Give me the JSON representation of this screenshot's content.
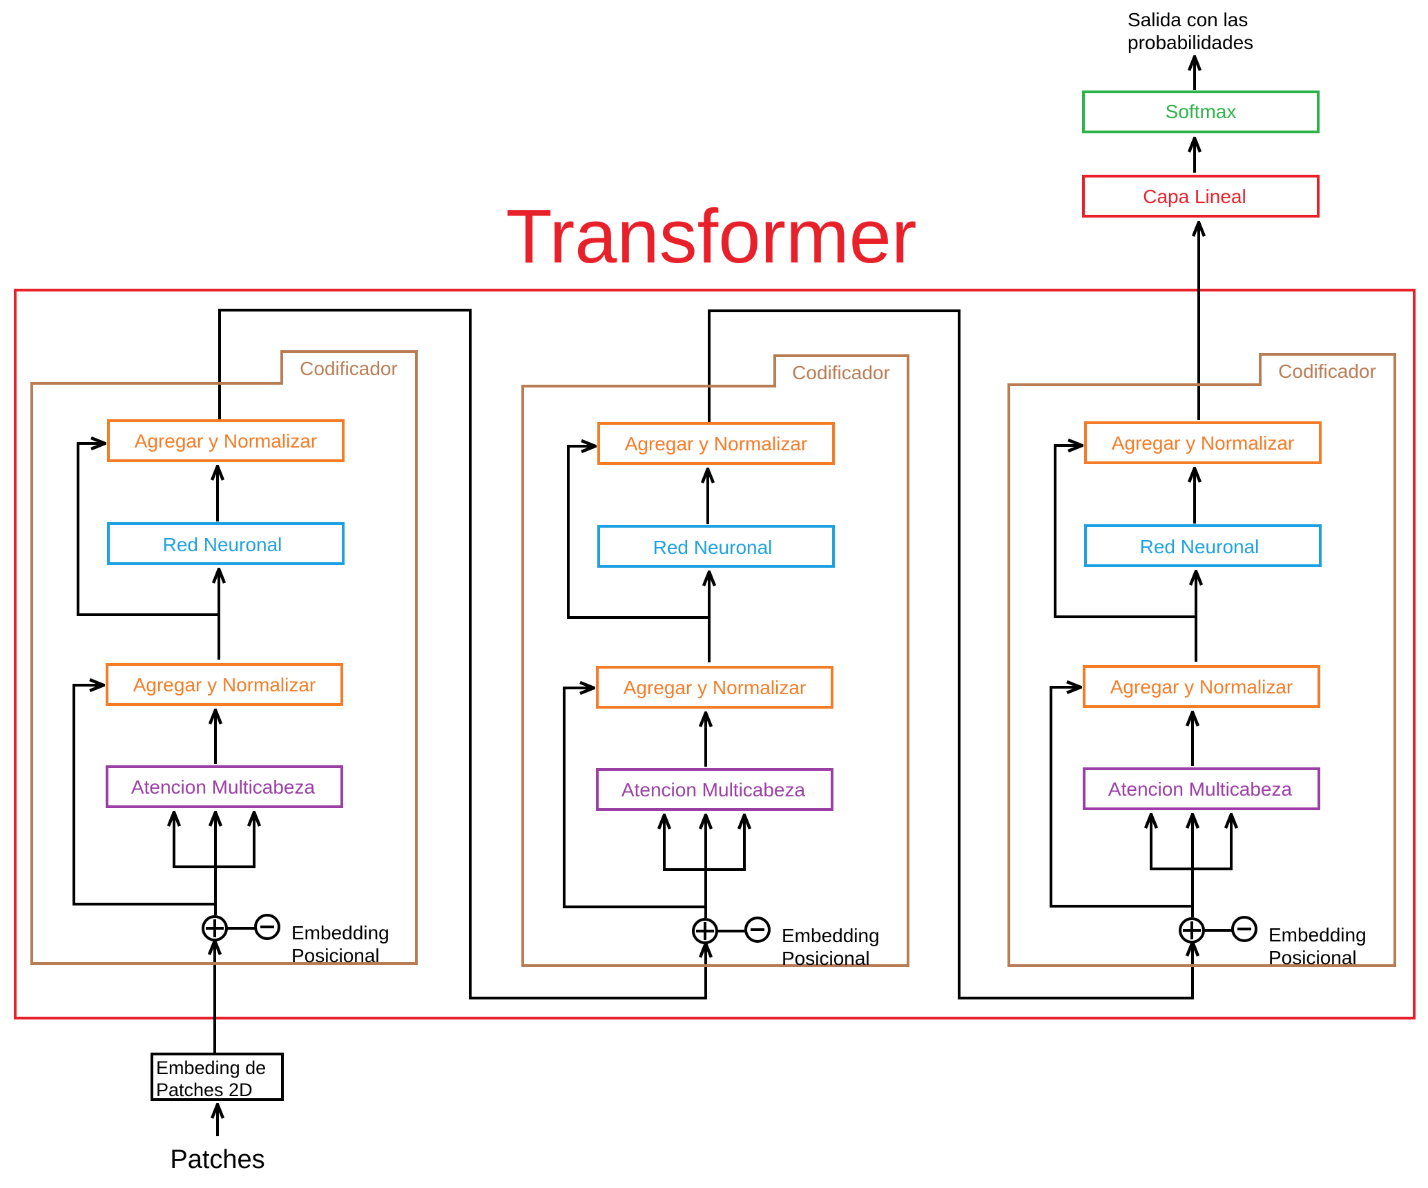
{
  "title": "Transformer",
  "output_label_line1": "Salida con las",
  "output_label_line2": "probabilidades",
  "softmax_label": "Softmax",
  "linear_label": "Capa Lineal",
  "input_box_line1": "Embeding de",
  "input_box_line2": "Patches 2D",
  "input_label": "Patches",
  "encoders": [
    {
      "tab_label": "Codificador",
      "add_norm_top": "Agregar y Normalizar",
      "feed_forward": "Red Neuronal",
      "add_norm_bottom": "Agregar y Normalizar",
      "attention": "Atencion Multicabeza",
      "pos_emb_line1": "Embedding",
      "pos_emb_line2": "Posicional"
    },
    {
      "tab_label": "Codificador",
      "add_norm_top": "Agregar y Normalizar",
      "feed_forward": "Red Neuronal",
      "add_norm_bottom": "Agregar y Normalizar",
      "attention": "Atencion Multicabeza",
      "pos_emb_line1": "Embedding",
      "pos_emb_line2": "Posicional"
    },
    {
      "tab_label": "Codificador",
      "add_norm_top": "Agregar y Normalizar",
      "feed_forward": "Red Neuronal",
      "add_norm_bottom": "Agregar y Normalizar",
      "attention": "Atencion Multicabeza",
      "pos_emb_line1": "Embedding",
      "pos_emb_line2": "Posicional"
    }
  ],
  "colors": {
    "transformer_red": "#e8202a",
    "encoder_brown": "#b97d56",
    "orange": "#f57c27",
    "blue": "#1ea1e2",
    "purple": "#9b3fa6",
    "green": "#2db34a",
    "black": "#000000"
  }
}
